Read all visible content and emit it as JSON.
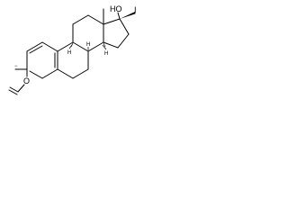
{
  "molecule": {
    "atom_labels": {
      "hydroxyl": "HO",
      "iodine": "I",
      "methyl_charge": "−",
      "methyl_prefix": "",
      "stereo_h_9": "H",
      "stereo_h_8": "H",
      "stereo_h_14": "H",
      "ether_oxygen": "O"
    },
    "colors": {
      "bond": "#000000",
      "background": "#ffffff"
    }
  }
}
